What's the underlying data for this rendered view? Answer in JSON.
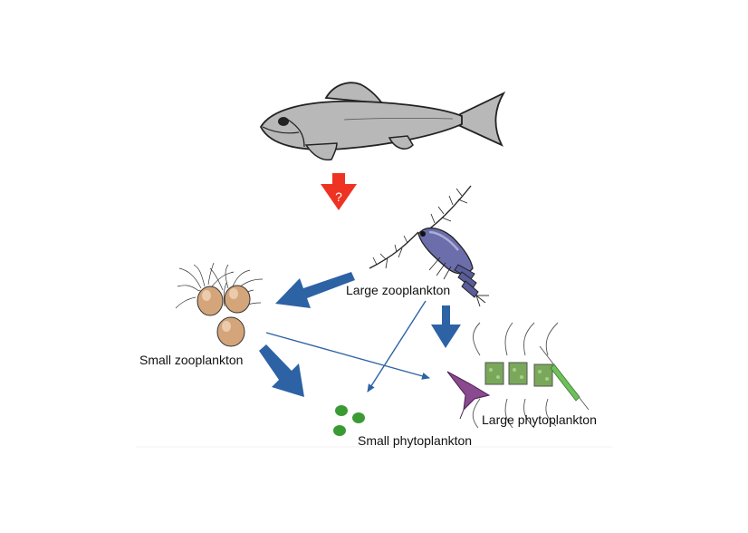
{
  "diagram": {
    "question_mark": "?",
    "nodes": {
      "large_zooplankton": "Large zooplankton",
      "small_zooplankton": "Small zooplankton",
      "large_phytoplankton": "Large phytoplankton",
      "small_phytoplankton": "Small phytoplankton"
    },
    "colors": {
      "fish_body": "#b8b8b8",
      "fish_outline": "#222222",
      "question_arrow": "#ee3322",
      "flow_arrow": "#2d62a5",
      "copepod": "#6b6eab",
      "small_zoo": "#d4a57a",
      "diatom": "#7aa85b",
      "dinoflagellate": "#8a4a8f",
      "small_phyto": "#3c9a34"
    }
  }
}
